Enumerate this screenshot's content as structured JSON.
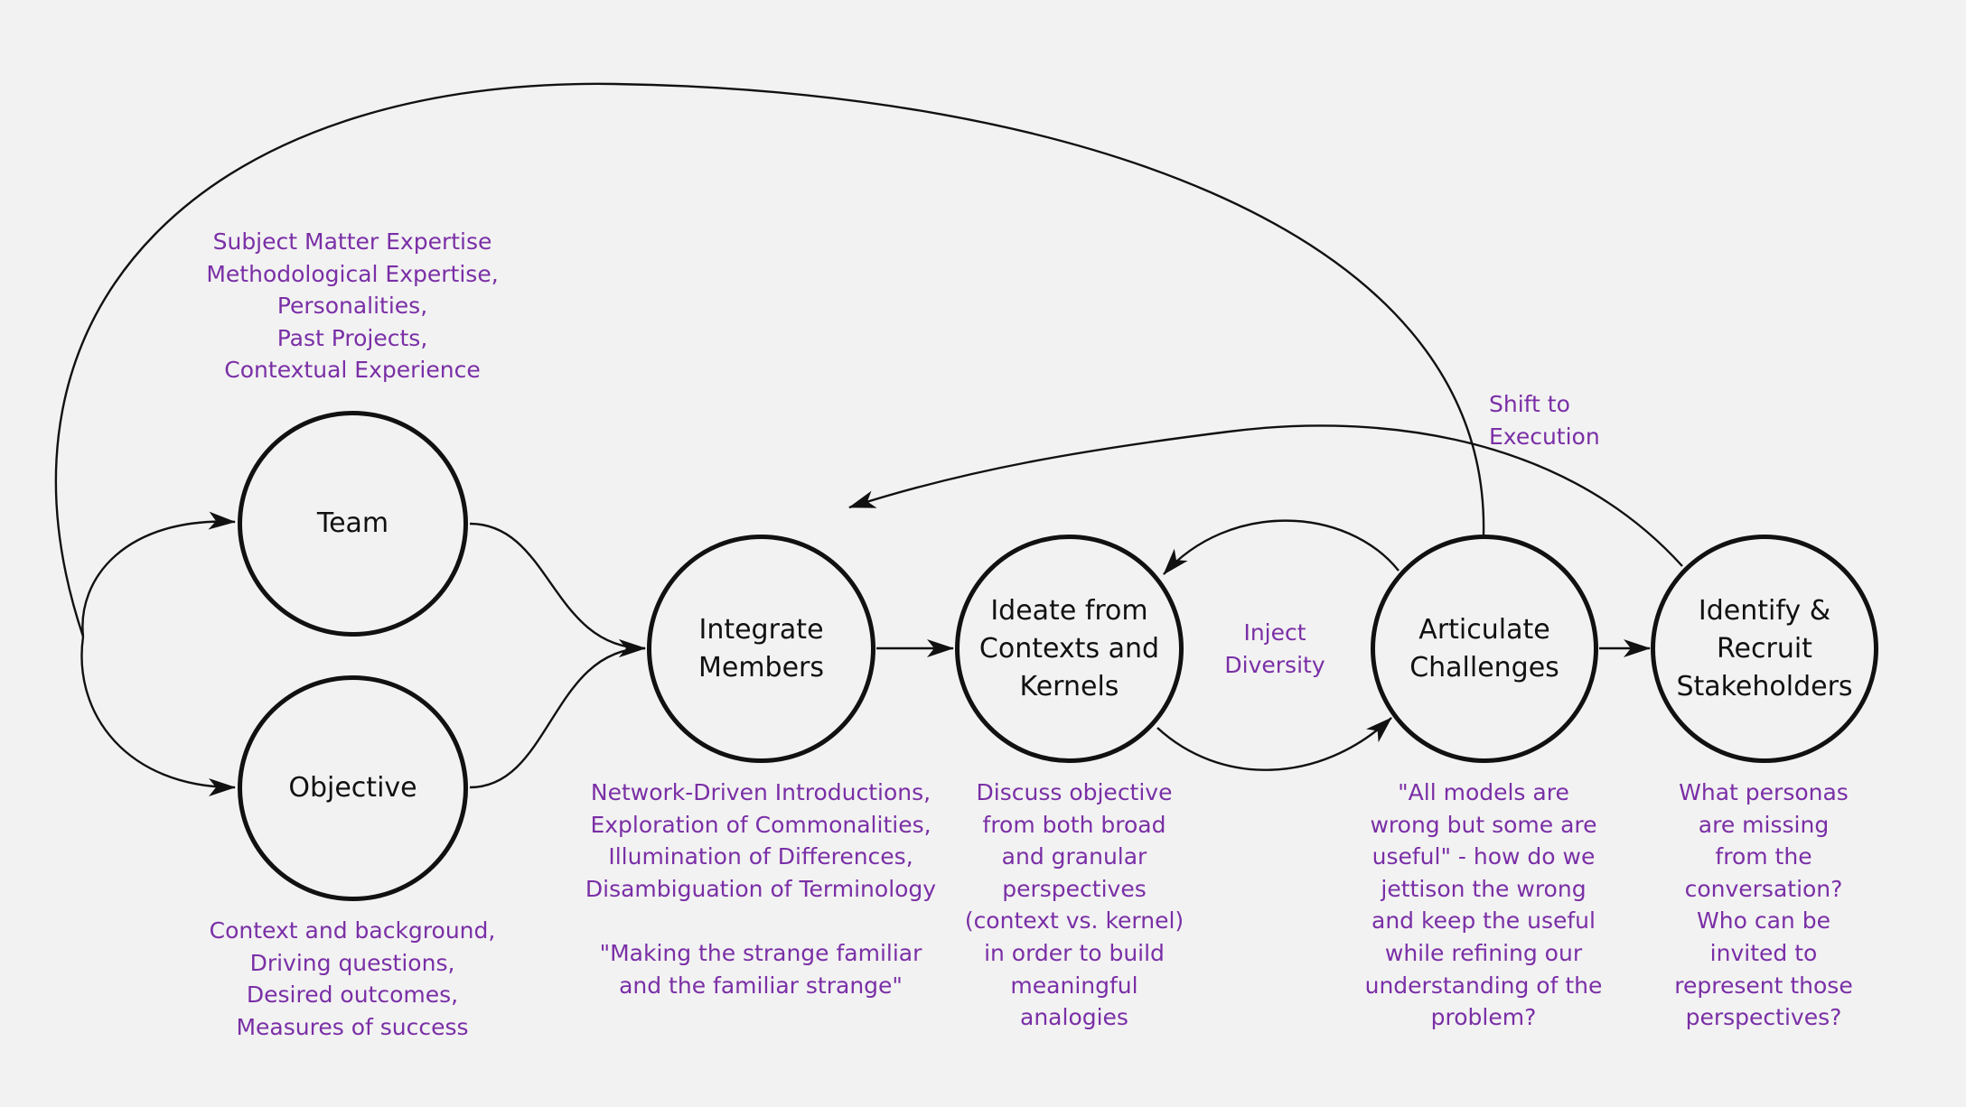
{
  "colors": {
    "node_stroke": "#111111",
    "annotation": "#7a2fa6",
    "background": "#f2f2f2"
  },
  "nodes": {
    "team": "Team",
    "objective": "Objective",
    "integrate": "Integrate\nMembers",
    "ideate": "Ideate from\nContexts and\nKernels",
    "articulate": "Articulate\nChallenges",
    "identify": "Identify &\nRecruit\nStakeholders"
  },
  "notes": {
    "team": "Subject Matter Expertise\nMethodological Expertise,\nPersonalities,\nPast Projects,\nContextual Experience",
    "objective": "Context and background,\nDriving questions,\nDesired outcomes,\nMeasures of success",
    "integrate": "Network-Driven Introductions,\nExploration of Commonalities,\nIllumination of Differences,\nDisambiguation of Terminology\n\n\"Making the strange familiar\nand the familiar strange\"",
    "ideate": "Discuss objective\nfrom both broad\nand granular\nperspectives\n(context vs. kernel)\nin order to build\nmeaningful\nanalogies",
    "articulate": "\"All models are\nwrong but some are\nuseful\" - how do we\njettison the wrong\nand keep the useful\nwhile refining our\nunderstanding of the\nproblem?",
    "identify": "What personas are missing\nfrom the conversation?\nWho can be invited to\nrepresent those\nperspectives?",
    "inject": "Inject\nDiversity",
    "shift": "Shift to\nExecution"
  }
}
